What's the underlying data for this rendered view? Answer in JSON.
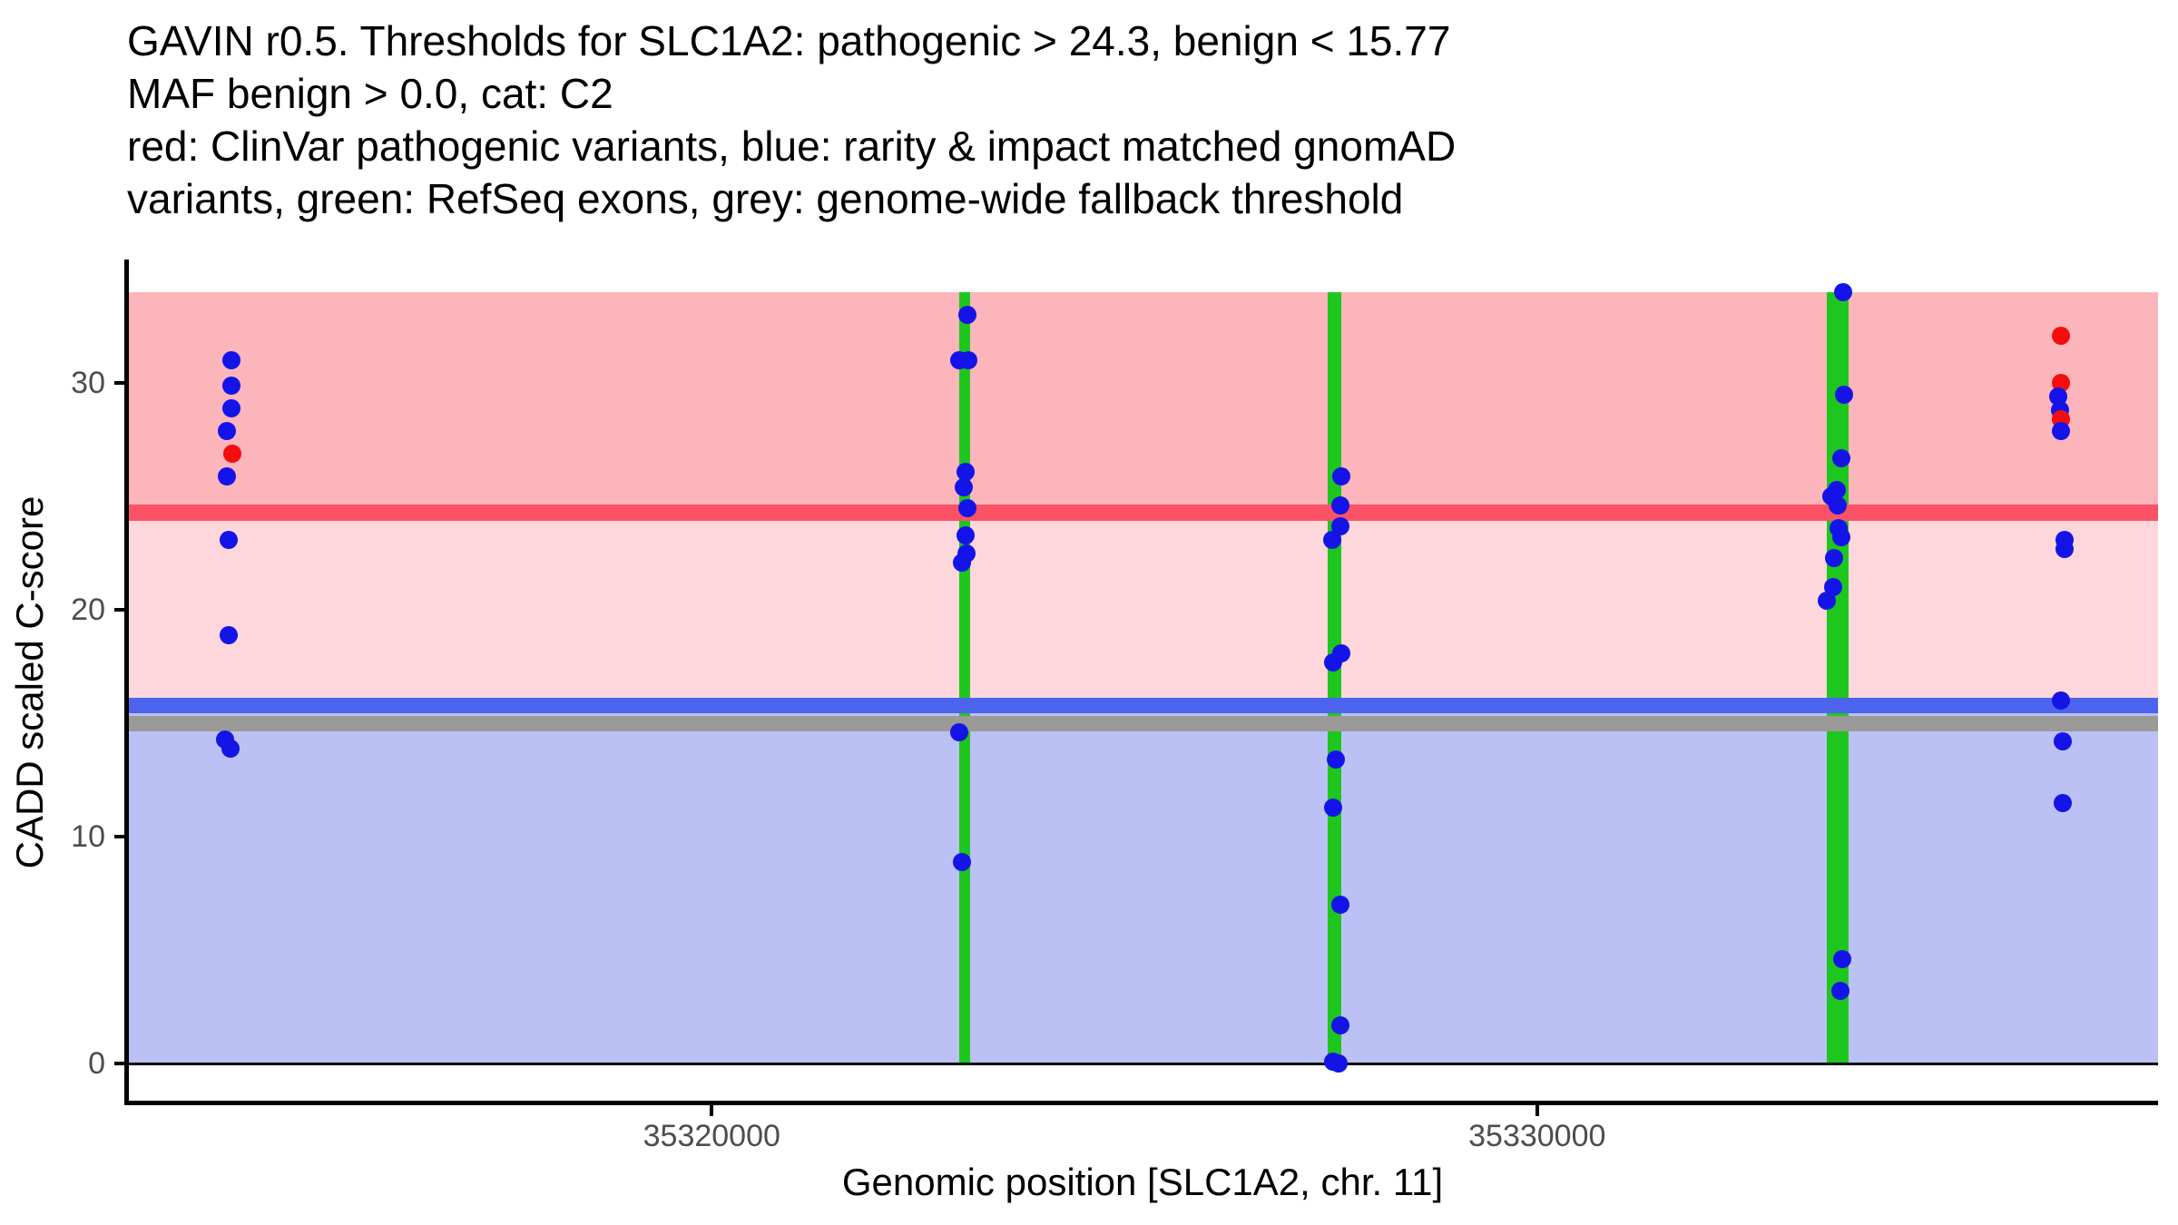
{
  "title_lines": [
    "GAVIN r0.5. Thresholds for SLC1A2: pathogenic > 24.3, benign < 15.77",
    "MAF benign > 0.0, cat: C2",
    "red: ClinVar pathogenic variants, blue: rarity & impact matched gnomAD",
    "variants, green: RefSeq exons, grey: genome-wide fallback threshold"
  ],
  "axes": {
    "x_label": "Genomic position [SLC1A2, chr. 11]",
    "y_label": "CADD scaled C-score",
    "x_ticks": [
      {
        "label": "35320000",
        "value": 35320000
      },
      {
        "label": "35330000",
        "value": 35330000
      }
    ],
    "y_ticks": [
      {
        "label": "0",
        "value": 0
      },
      {
        "label": "10",
        "value": 10
      },
      {
        "label": "20",
        "value": 20
      },
      {
        "label": "30",
        "value": 30
      }
    ],
    "x_range": [
      35312916,
      35337523
    ],
    "y_range": [
      -1.72,
      35.36
    ]
  },
  "colors": {
    "band_pathogenic": "#fbb5bb",
    "band_intermediate": "#fdd7dc",
    "band_benign": "#bbc1f4",
    "line_pathogenic": "#fb5266",
    "line_benign": "#4c63ee",
    "line_fallback": "#9b9a98",
    "exon": "#1ec71e",
    "point_gnomad": "#1414e8",
    "point_clinvar": "#f30d0d",
    "axis": "#000000",
    "zero_line": "#000000",
    "tick_text": "#4d4d4d"
  },
  "chart_data": {
    "type": "scatter",
    "title": "GAVIN r0.5. Thresholds for SLC1A2: pathogenic > 24.3, benign < 15.77 MAF benign > 0.0, cat: C2",
    "xlabel": "Genomic position [SLC1A2, chr. 11]",
    "ylabel": "CADD scaled C-score",
    "gene": "SLC1A2",
    "chromosome": "11",
    "grid": false,
    "legend_position": "none",
    "thresholds": {
      "pathogenic_gt": 24.3,
      "benign_lt": 15.77,
      "genome_wide_fallback": 15.0,
      "maf_benign_gt": 0.0,
      "category": "C2"
    },
    "threshold_lines": [
      {
        "name": "pathogenic",
        "value": 24.3,
        "thickness": 18,
        "color_key": "line_pathogenic"
      },
      {
        "name": "benign",
        "value": 15.77,
        "thickness": 17,
        "color_key": "line_benign"
      },
      {
        "name": "fallback",
        "value": 15.0,
        "thickness": 17,
        "color_key": "line_fallback"
      }
    ],
    "bands": [
      {
        "name": "pathogenic-region",
        "from": 24.3,
        "to": 34.0,
        "color_key": "band_pathogenic"
      },
      {
        "name": "intermediate-region",
        "from": 15.77,
        "to": 24.3,
        "color_key": "band_intermediate"
      },
      {
        "name": "benign-region",
        "from": 0,
        "to": 15.77,
        "color_key": "band_benign"
      }
    ],
    "exons": [
      {
        "start": 35322999,
        "end": 35323131
      },
      {
        "start": 35327465,
        "end": 35327630
      },
      {
        "start": 35333508,
        "end": 35333772
      }
    ],
    "series_legend": {
      "c": "ClinVar pathogenic variants",
      "g": "rarity & impact matched gnomAD variants"
    },
    "points": [
      [
        35314175,
        31.0,
        "g"
      ],
      [
        35314175,
        29.9,
        "g"
      ],
      [
        35314175,
        28.9,
        "g"
      ],
      [
        35314126,
        27.9,
        "g"
      ],
      [
        35314126,
        25.9,
        "g"
      ],
      [
        35314148,
        23.1,
        "g"
      ],
      [
        35314148,
        18.9,
        "g"
      ],
      [
        35314104,
        14.3,
        "g"
      ],
      [
        35314165,
        13.9,
        "g"
      ],
      [
        35314192,
        26.9,
        "c"
      ],
      [
        35323094,
        33.0,
        "g"
      ],
      [
        35323000,
        31.0,
        "g"
      ],
      [
        35323110,
        31.0,
        "g"
      ],
      [
        35323072,
        26.1,
        "g"
      ],
      [
        35323055,
        25.4,
        "g"
      ],
      [
        35323094,
        24.5,
        "g"
      ],
      [
        35323072,
        23.3,
        "g"
      ],
      [
        35323091,
        22.5,
        "g"
      ],
      [
        35323036,
        22.1,
        "g"
      ],
      [
        35323003,
        14.6,
        "g"
      ],
      [
        35323036,
        8.9,
        "g"
      ],
      [
        35327631,
        25.9,
        "g"
      ],
      [
        35327620,
        24.6,
        "g"
      ],
      [
        35327612,
        23.7,
        "g"
      ],
      [
        35327516,
        23.1,
        "g"
      ],
      [
        35327626,
        18.1,
        "g"
      ],
      [
        35327527,
        17.7,
        "g"
      ],
      [
        35327557,
        13.4,
        "g"
      ],
      [
        35327527,
        11.3,
        "g"
      ],
      [
        35327620,
        7.0,
        "g"
      ],
      [
        35327620,
        1.7,
        "g"
      ],
      [
        35327529,
        0.1,
        "g"
      ],
      [
        35327590,
        0.0,
        "g"
      ],
      [
        35333706,
        34.0,
        "g"
      ],
      [
        35333714,
        29.5,
        "g"
      ],
      [
        35333681,
        26.7,
        "g"
      ],
      [
        35333632,
        25.3,
        "g"
      ],
      [
        35333560,
        25.0,
        "g"
      ],
      [
        35333643,
        24.6,
        "g"
      ],
      [
        35333651,
        23.6,
        "g"
      ],
      [
        35333687,
        23.2,
        "g"
      ],
      [
        35333596,
        22.3,
        "g"
      ],
      [
        35333588,
        21.0,
        "g"
      ],
      [
        35333505,
        20.4,
        "g"
      ],
      [
        35333698,
        4.6,
        "g"
      ],
      [
        35333670,
        3.2,
        "g"
      ],
      [
        35336346,
        32.1,
        "c"
      ],
      [
        35336346,
        30.0,
        "c"
      ],
      [
        35336316,
        29.4,
        "g"
      ],
      [
        35336338,
        28.8,
        "g"
      ],
      [
        35336346,
        28.4,
        "c"
      ],
      [
        35336346,
        27.9,
        "g"
      ],
      [
        35336393,
        23.1,
        "g"
      ],
      [
        35336393,
        22.7,
        "g"
      ],
      [
        35336346,
        16.0,
        "g"
      ],
      [
        35336371,
        14.2,
        "g"
      ],
      [
        35336365,
        11.5,
        "g"
      ]
    ]
  }
}
